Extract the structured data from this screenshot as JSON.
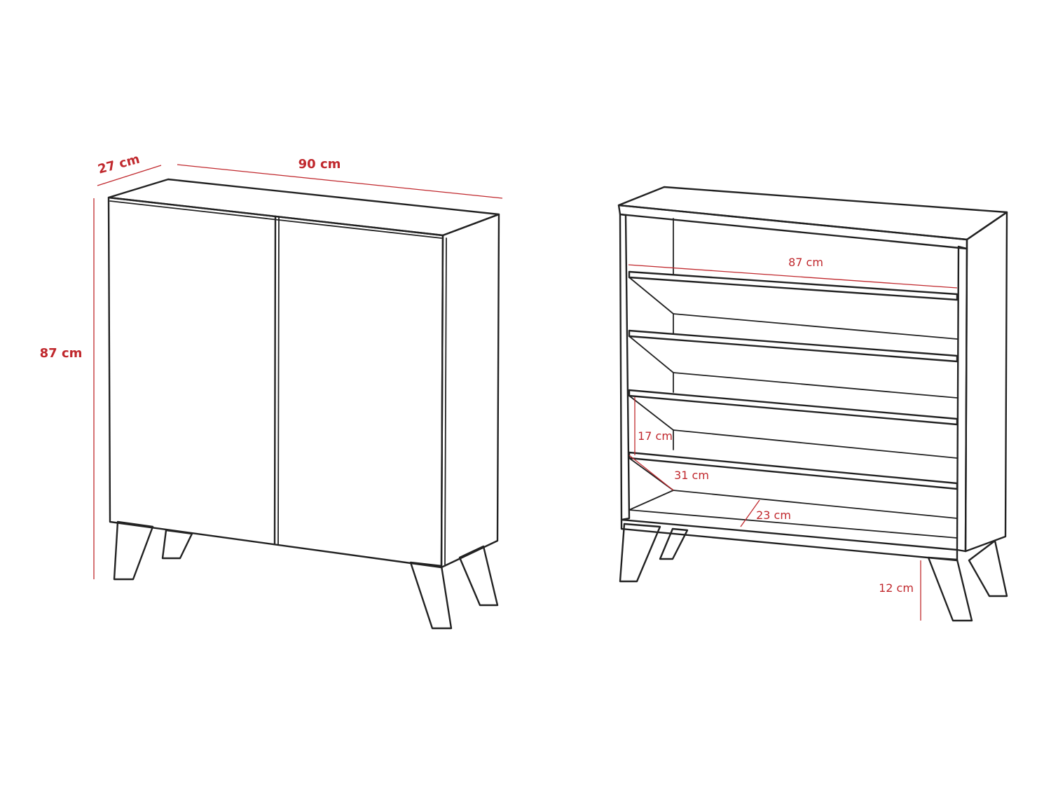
{
  "colors": {
    "outline": "#222222",
    "dimension": "#c0282d",
    "background": "#ffffff"
  },
  "closed_view": {
    "depth_label": "27 cm",
    "width_label": "90 cm",
    "height_label": "87 cm"
  },
  "open_view": {
    "inner_width_label": "87 cm",
    "shelf_height_label": "17 cm",
    "shelf_slope_label": "31 cm",
    "shelf_depth_label": "23 cm",
    "leg_height_label": "12 cm"
  }
}
